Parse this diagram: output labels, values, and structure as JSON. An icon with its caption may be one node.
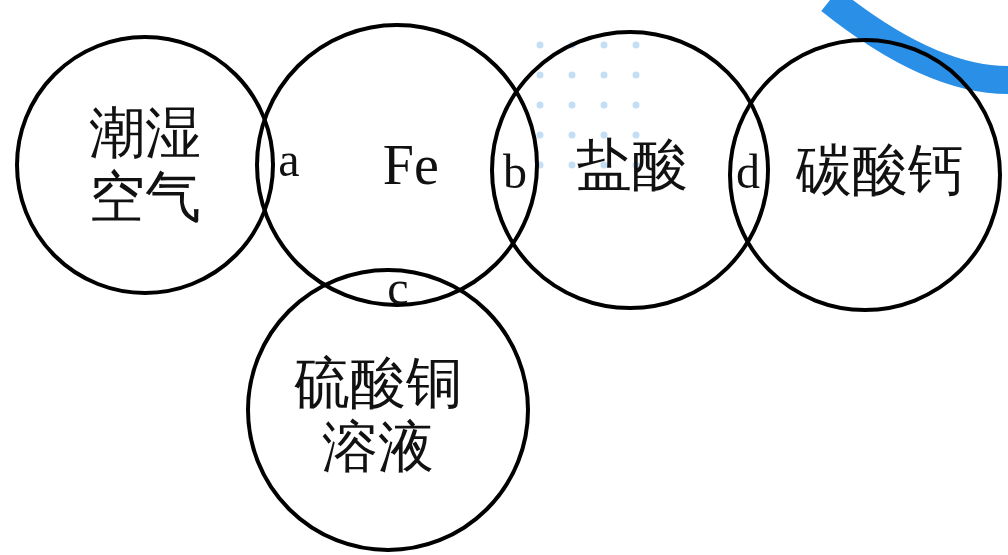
{
  "diagram": {
    "nodes": [
      {
        "text": [
          "潮湿空气"
        ]
      },
      {
        "text": [
          "Fe"
        ]
      },
      {
        "text": [
          "盐酸"
        ]
      },
      {
        "text": [
          "碳酸钙"
        ]
      },
      {
        "text": [
          "硫酸铜溶液"
        ]
      }
    ],
    "labels": [
      "a",
      "b",
      "c",
      "d"
    ]
  }
}
